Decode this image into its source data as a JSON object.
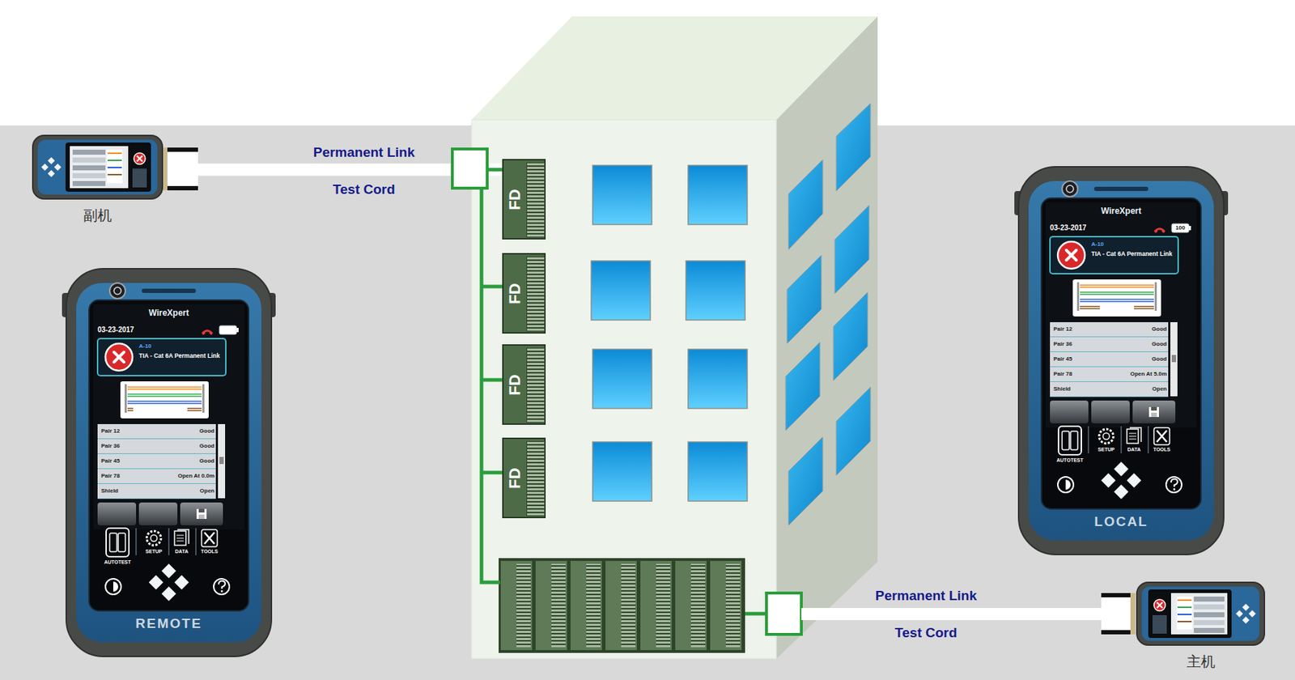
{
  "diagram": {
    "nodes": [
      {
        "text": [
          "副机"
        ]
      },
      {
        "text": [
          "FD"
        ]
      },
      {
        "text": [
          "FD"
        ]
      },
      {
        "text": [
          "FD"
        ]
      },
      {
        "text": [
          "FD"
        ]
      },
      {
        "text": [
          "WireXpert",
          "03-23-2017",
          "A-10",
          "TIA - Cat 6A Permanent Link",
          "Pair 12",
          "Good",
          "Pair 36",
          "Good",
          "Pair 45",
          "Good",
          "Pair 78",
          "Open At 0.0m",
          "Shield",
          "Open",
          "AUTOTEST",
          "SETUP",
          "DATA",
          "TOOLS",
          "REMOTE"
        ]
      },
      {
        "text": [
          "WireXpert",
          "03-23-2017",
          "100",
          "A-10",
          "TIA - Cat 6A Permanent Link",
          "Pair 12",
          "Good",
          "Pair 36",
          "Good",
          "Pair 45",
          "Good",
          "Pair 78",
          "Open At 5.0m",
          "Shield",
          "Open",
          "AUTOTEST",
          "SETUP",
          "DATA",
          "TOOLS",
          "LOCAL"
        ]
      },
      {
        "text": [
          "主机"
        ]
      }
    ],
    "edges": [
      {
        "from": 0,
        "to": 1,
        "arrow": "none",
        "label": "Permanent Link"
      }
    ],
    "labels": [
      "Test Cord",
      "Permanent Link",
      "Test Cord"
    ]
  }
}
